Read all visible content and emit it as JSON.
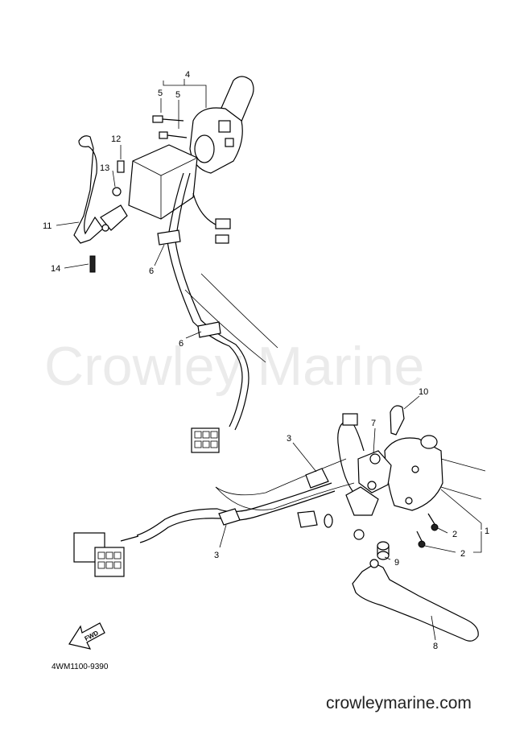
{
  "watermark": "Crowley Marine",
  "site_url": "crowleymarine.com",
  "diagram_code": "4WM1100-9390",
  "fwd_label": "FWD",
  "callouts": {
    "c1": "1",
    "c2a": "2",
    "c2b": "2",
    "c3a": "3",
    "c3b": "3",
    "c4": "4",
    "c5a": "5",
    "c5b": "5",
    "c6a": "6",
    "c6b": "6",
    "c7": "7",
    "c8": "8",
    "c9": "9",
    "c10": "10",
    "c11": "11",
    "c12": "12",
    "c13": "13",
    "c14": "14"
  }
}
